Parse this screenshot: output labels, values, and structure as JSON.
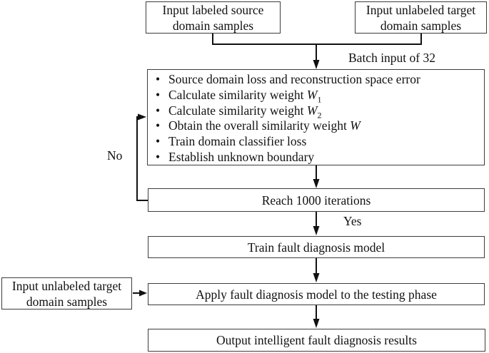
{
  "diagram": {
    "description": "Training and testing flowchart of an intelligent fault diagnosis model",
    "colors": {
      "background": "#ffffff",
      "box_border": "#3d3d3d",
      "line": "#111111",
      "text": "#111111"
    },
    "nodes": {
      "source_input": {
        "line1": "Input labeled source",
        "line2": "domain samples"
      },
      "target_input": {
        "line1": "Input unlabeled target",
        "line2": "domain samples"
      },
      "process": {
        "bullets": [
          {
            "pre": "Source domain loss and reconstruction space error",
            "var": "",
            "sub": ""
          },
          {
            "pre": "Calculate similarity weight ",
            "var": "W",
            "sub": "1"
          },
          {
            "pre": "Calculate similarity weight ",
            "var": "W",
            "sub": "2"
          },
          {
            "pre": "Obtain the overall similarity weight ",
            "var": "W",
            "sub": ""
          },
          {
            "pre": "Train domain classifier loss",
            "var": "",
            "sub": ""
          },
          {
            "pre": "Establish unknown boundary",
            "var": "",
            "sub": ""
          }
        ]
      },
      "reach_iterations": {
        "label": "Reach 1000 iterations"
      },
      "train_model": {
        "label": "Train fault diagnosis model"
      },
      "test_target_input": {
        "line1": "Input unlabeled target",
        "line2": "domain samples"
      },
      "apply_model": {
        "label": "Apply fault diagnosis model to the testing phase"
      },
      "output_results": {
        "label": "Output intelligent fault diagnosis results"
      }
    },
    "edge_labels": {
      "batch": "Batch input of 32",
      "no": "No",
      "yes": "Yes"
    }
  }
}
